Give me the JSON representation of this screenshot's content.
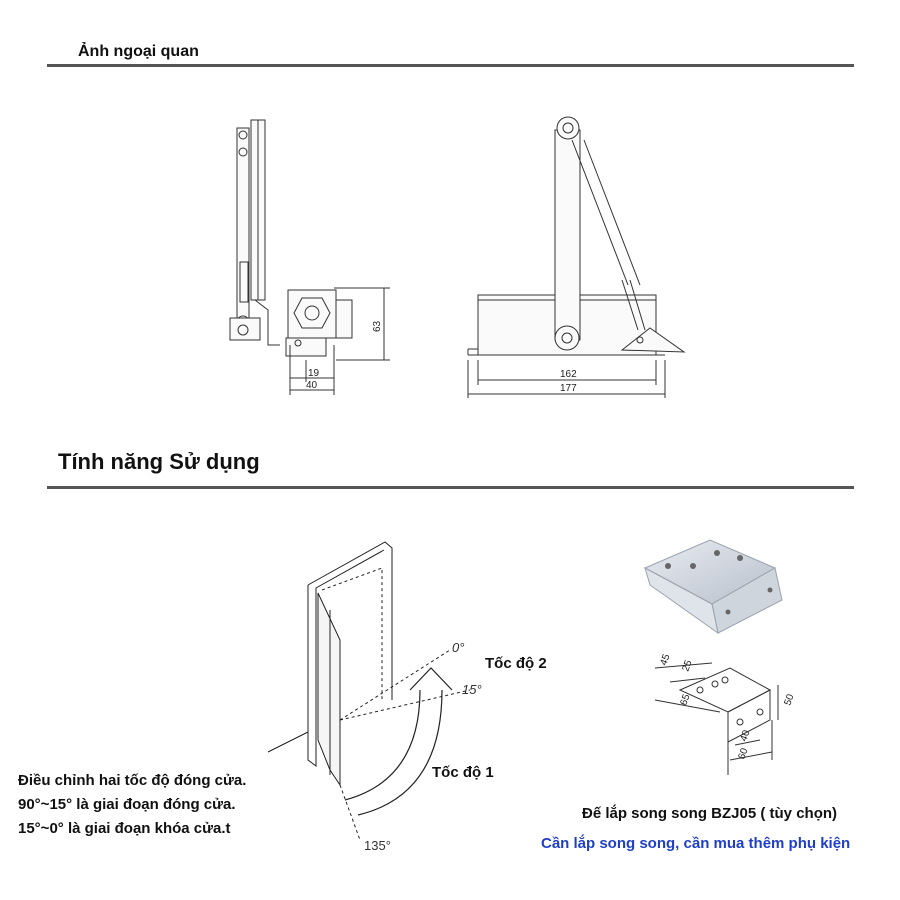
{
  "sections": {
    "exterior_title": "Ảnh ngoại quan",
    "usage_title": "Tính năng Sử dụng"
  },
  "drawing": {
    "side_view": {
      "dim_height": "63",
      "dim_small": "19",
      "dim_width": "40"
    },
    "front_view": {
      "dim_inner": "162",
      "dim_overall": "177"
    }
  },
  "door_diagram": {
    "angle_0": "0°",
    "angle_15": "15°",
    "angle_135": "135°",
    "speed_2": "Tốc độ 2",
    "speed_1": "Tốc độ 1"
  },
  "bracket_drawing": {
    "dim_45": "45",
    "dim_25": "25",
    "dim_65": "65",
    "dim_50": "50",
    "dim_40": "40",
    "dim_60": "60"
  },
  "notes": {
    "line1": "Điều chỉnh hai tốc độ đóng cửa.",
    "line2": "90°~15° là giai đoạn đóng cửa.",
    "line3": "15°~0° là giai đoạn khóa cửa.t"
  },
  "accessory": {
    "caption": "Đế lắp song song BZJ05 ( tùy chọn)",
    "note": "Cần lắp song song, cần mua thêm phụ kiện",
    "note_color": "#1f3fc9"
  }
}
